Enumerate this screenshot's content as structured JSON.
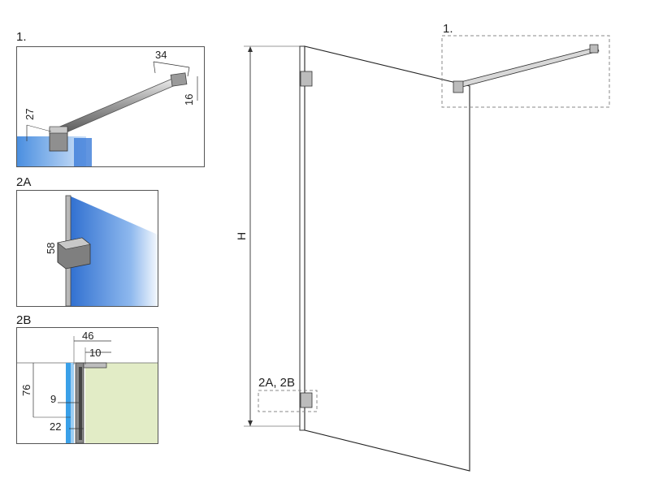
{
  "panels": {
    "p1": {
      "label": "1.",
      "dims": {
        "width": "34",
        "height": "16",
        "depth": "27"
      }
    },
    "p2a": {
      "label": "2A",
      "dims": {
        "height": "58"
      }
    },
    "p2b": {
      "label": "2B",
      "dims": {
        "d46": "46",
        "d10": "10",
        "d76": "76",
        "d9": "9",
        "d22": "22"
      }
    }
  },
  "main": {
    "height_label": "H",
    "callout_top": "1.",
    "callout_bottom": "2A, 2B"
  },
  "colors": {
    "glass_blue": "#2f6fd0",
    "glass_light": "#eaf2fb",
    "wall_green": "#e2ecc6",
    "frame": "#4a4a4a"
  }
}
